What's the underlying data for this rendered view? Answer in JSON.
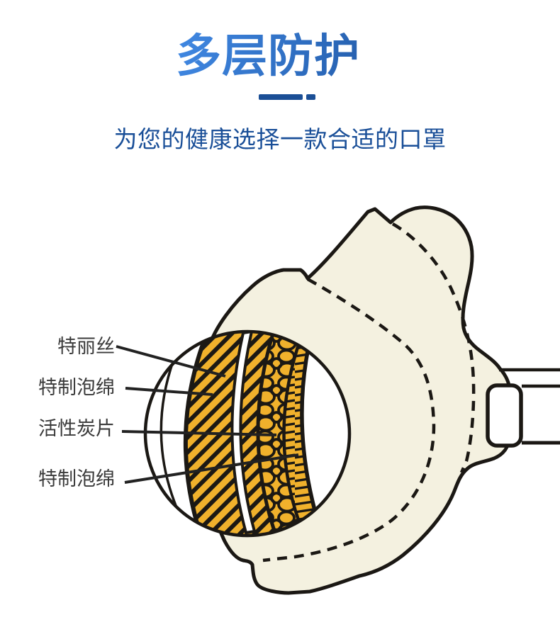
{
  "header": {
    "title": "多层防护",
    "subtitle": "为您的健康选择一款合适的口罩",
    "divider": {
      "long_dash_color": "#1b4f96",
      "short_dash_color": "#1b4f96"
    }
  },
  "diagram": {
    "description": "cutaway illustration of a multi-layer face mask",
    "labels": [
      {
        "text": "特丽丝"
      },
      {
        "text": "特制泡绵"
      },
      {
        "text": "活性炭片"
      },
      {
        "text": "特制泡绵"
      }
    ],
    "colors": {
      "mask_body": "#f4f1e0",
      "layer_yellow": "#f0b12c",
      "outline": "#1b1814",
      "leader_line": "#222222",
      "title_gradient_start": "#2e74cc",
      "title_gradient_end": "#123c7c",
      "subtitle_blue": "#1a4f98"
    }
  }
}
